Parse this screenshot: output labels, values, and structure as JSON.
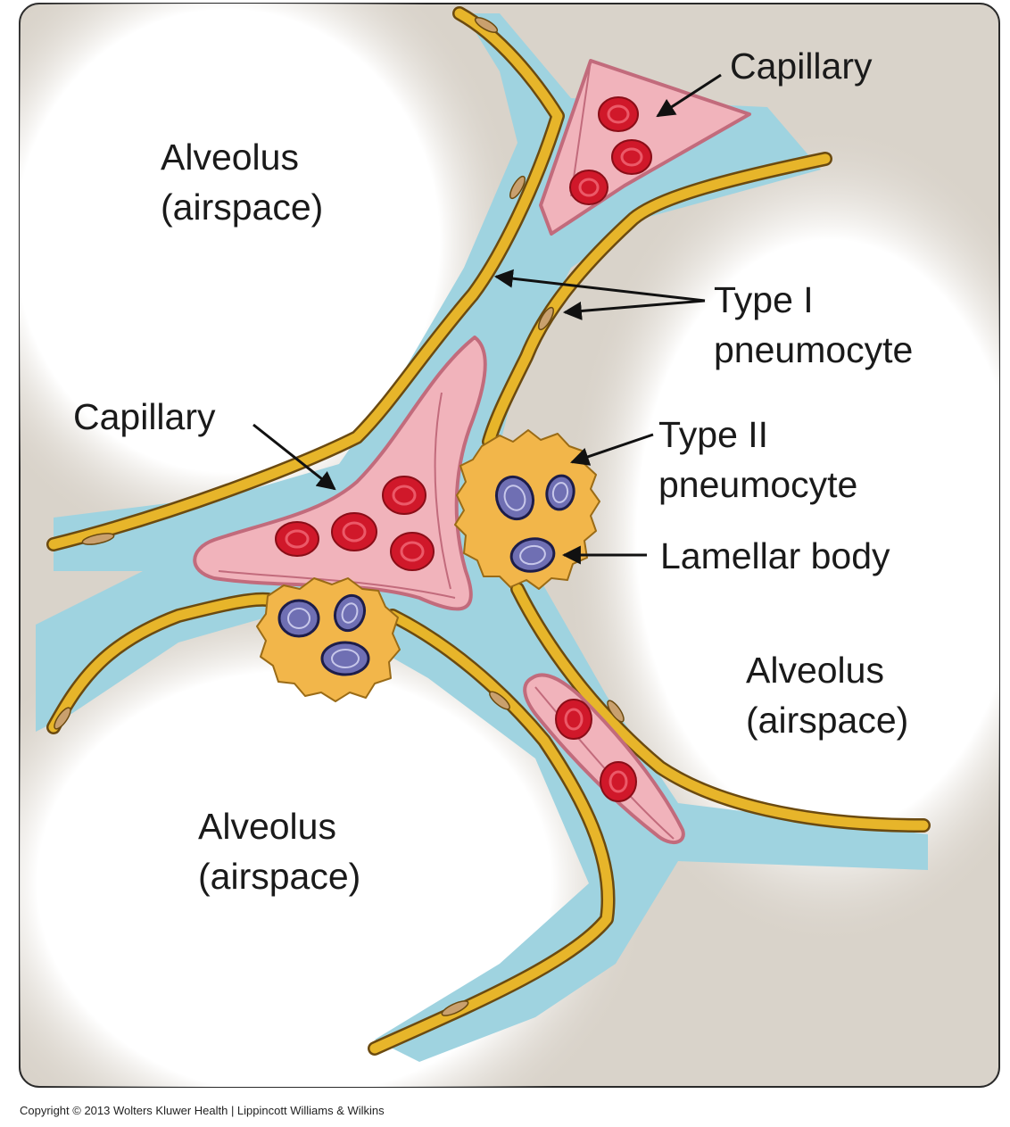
{
  "labels": {
    "capillary_top": "Capillary",
    "alveolus_top_left": [
      "Alveolus",
      "(airspace)"
    ],
    "type1": [
      "Type I",
      "pneumocyte"
    ],
    "capillary_left": "Capillary",
    "type2": [
      "Type II",
      "pneumocyte"
    ],
    "lamellar_body": "Lamellar body",
    "alveolus_right": [
      "Alveolus",
      "(airspace)"
    ],
    "alveolus_bottom_left": [
      "Alveolus",
      "(airspace)"
    ]
  },
  "copyright": "Copyright © 2013 Wolters Kluwer Health | Lippincott Williams & Wilkins",
  "colors": {
    "background": "#d9d3ca",
    "alveolus": "#ffffff",
    "interstitium": "#9fd3e0",
    "membrane_fill": "#e7b52a",
    "membrane_outline": "#6b4a10",
    "nucleus": "#c9a06e",
    "capillary_fill": "#f1b3bb",
    "capillary_outline": "#c26b7c",
    "rbc": "#d0182a",
    "type2_cell": "#f2b64a",
    "lamellar_body": "#6f6fb3"
  },
  "icons": [
    "arrow-icon"
  ]
}
